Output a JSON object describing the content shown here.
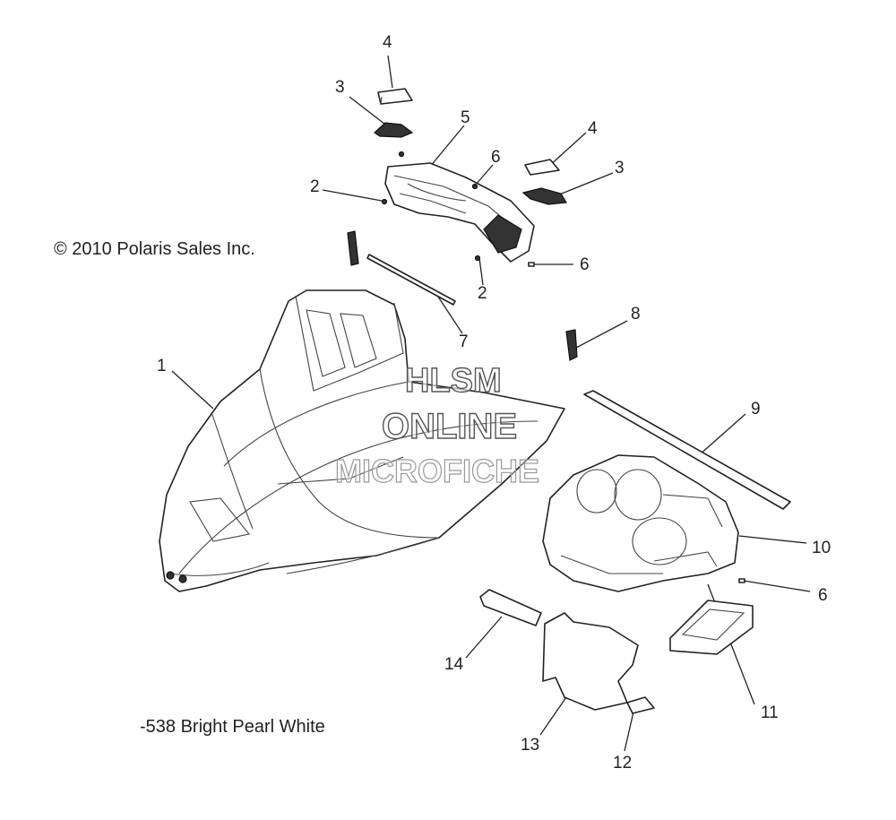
{
  "copyright": "© 2010 Polaris Sales Inc.",
  "color_code": "-538  Bright Pearl White",
  "watermark": {
    "line1": "HLSM",
    "line2": "ONLINE",
    "line3": "MICROFICHE"
  },
  "callouts": [
    {
      "id": "c1",
      "label": "1"
    },
    {
      "id": "c2a",
      "label": "2"
    },
    {
      "id": "c2b",
      "label": "2"
    },
    {
      "id": "c3a",
      "label": "3"
    },
    {
      "id": "c3b",
      "label": "3"
    },
    {
      "id": "c4a",
      "label": "4"
    },
    {
      "id": "c4b",
      "label": "4"
    },
    {
      "id": "c5",
      "label": "5"
    },
    {
      "id": "c6a",
      "label": "6"
    },
    {
      "id": "c6b",
      "label": "6"
    },
    {
      "id": "c6c",
      "label": "6"
    },
    {
      "id": "c7",
      "label": "7"
    },
    {
      "id": "c8",
      "label": "8"
    },
    {
      "id": "c9",
      "label": "9"
    },
    {
      "id": "c10",
      "label": "10"
    },
    {
      "id": "c11",
      "label": "11"
    },
    {
      "id": "c12",
      "label": "12"
    },
    {
      "id": "c13",
      "label": "13"
    },
    {
      "id": "c14",
      "label": "14"
    }
  ]
}
